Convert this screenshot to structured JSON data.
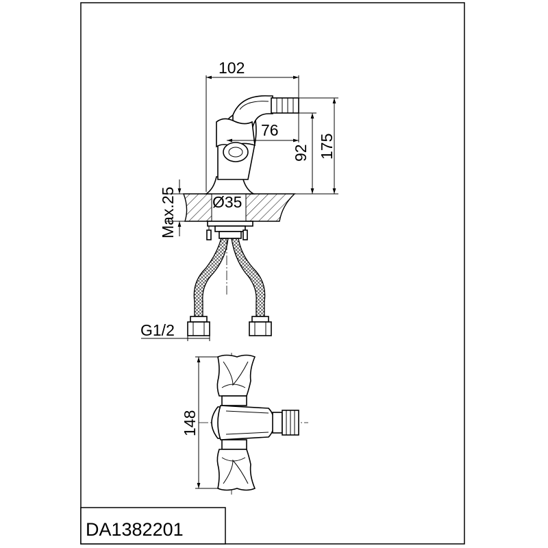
{
  "drawing": {
    "code": "DA1382201",
    "dimensions": {
      "width_overall": "102",
      "spout_reach": "76",
      "spout_height": "92",
      "total_height": "175",
      "max_deck_thickness": "Max.25",
      "hole_diameter": "Ø35",
      "connection_thread": "G1/2",
      "plan_length": "148"
    }
  }
}
